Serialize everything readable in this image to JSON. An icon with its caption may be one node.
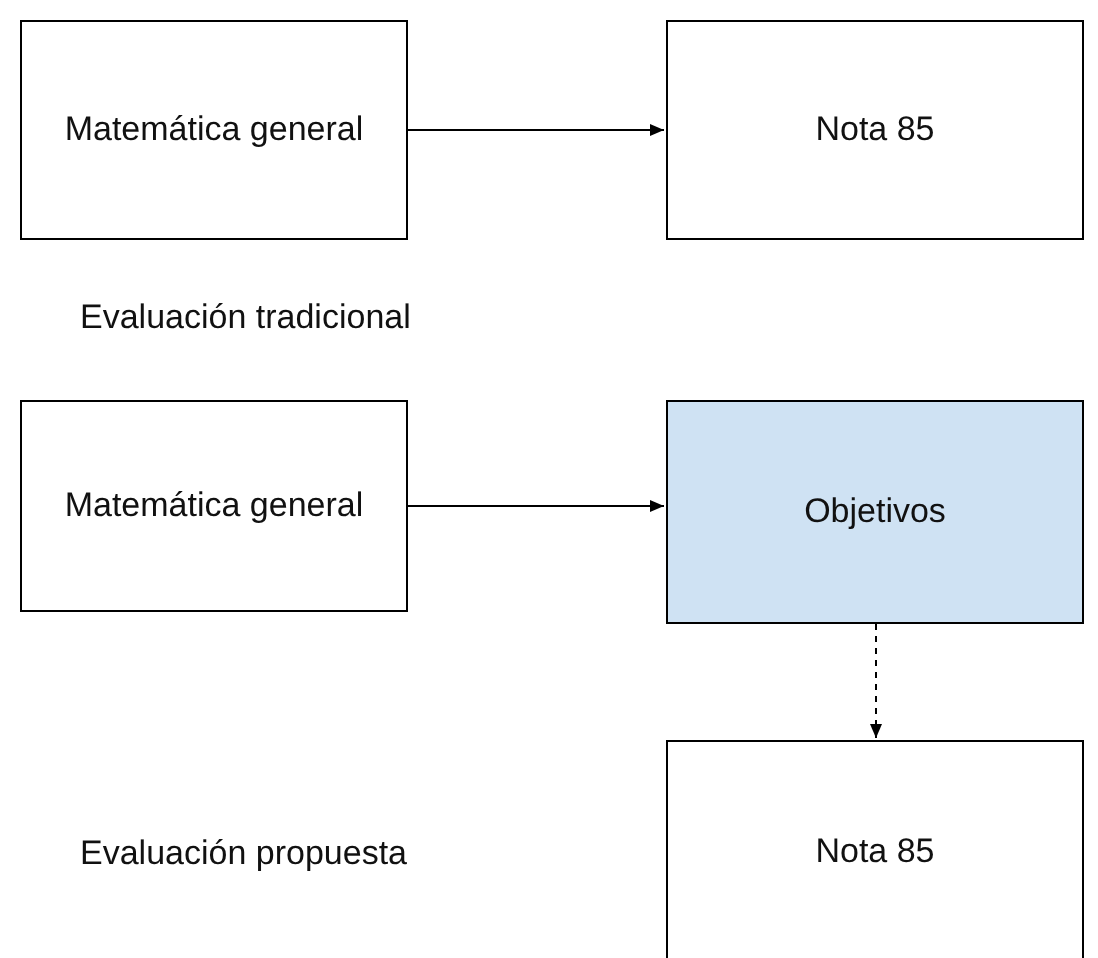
{
  "diagram": {
    "nodes": [
      {
        "text": [
          "Matemática general"
        ]
      },
      {
        "text": [
          "Nota 85"
        ]
      },
      {
        "text": [
          "Matemática general"
        ]
      },
      {
        "text": [
          "Objetivos"
        ]
      },
      {
        "text": [
          "Nota 85"
        ]
      }
    ],
    "edges": [
      {
        "from": 0,
        "to": 1,
        "arrow": "to"
      },
      {
        "from": 2,
        "to": 3,
        "arrow": "to"
      },
      {
        "from": 3,
        "to": 4,
        "arrow": "to",
        "style": "dashed"
      }
    ],
    "labels": [
      "Evaluación tradicional",
      "Evaluación propuesta"
    ]
  }
}
